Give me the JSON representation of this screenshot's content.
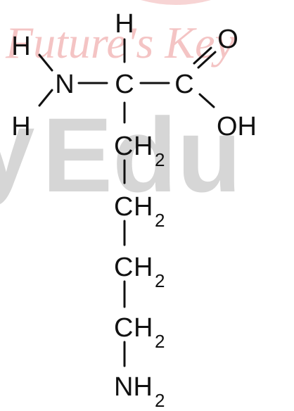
{
  "watermark": {
    "script_text": "Future's Key",
    "bold_text": "Edu",
    "partial_left": "y",
    "script_color": "#f4c4c4",
    "bold_color": "#d6d6d6",
    "arc_color": "#f7d4d4"
  },
  "molecule": {
    "alpha_h": "H",
    "amine_h_top": "H",
    "amine_h_bottom": "H",
    "amine_n": "N",
    "alpha_c": "C",
    "carboxyl_c": "C",
    "carbonyl_o": "O",
    "hydroxyl": "OH",
    "chain": [
      {
        "c": "C",
        "h": "H",
        "sub": "2"
      },
      {
        "c": "C",
        "h": "H",
        "sub": "2"
      },
      {
        "c": "C",
        "h": "H",
        "sub": "2"
      },
      {
        "c": "C",
        "h": "H",
        "sub": "2"
      }
    ],
    "terminal_n": "NH",
    "terminal_sub": "2",
    "ink_color": "#111111"
  }
}
